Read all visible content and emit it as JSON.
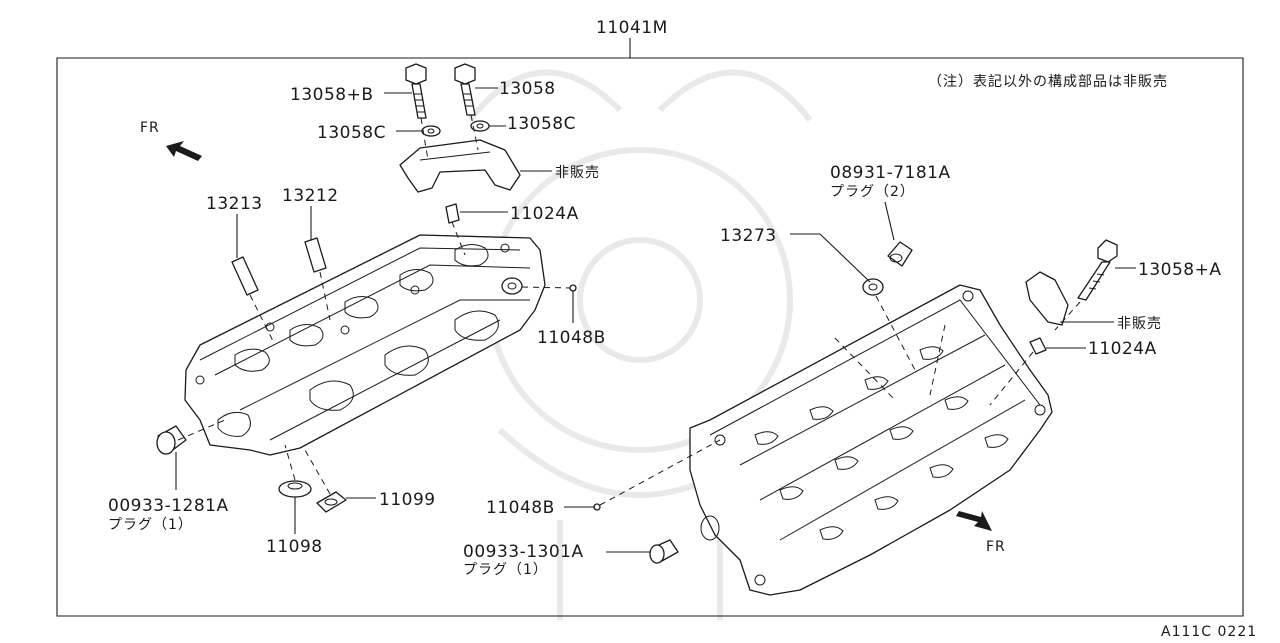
{
  "diagram": {
    "assembly_number": "11041M",
    "note": "（注）表記以外の構成部品は非販売",
    "footer_code": "A111C 0221",
    "direction_labels": {
      "left": "FR",
      "right": "FR"
    },
    "parts": {
      "bolt_left": "13058+B",
      "bolt_center": "13058",
      "washer_left": "13058C",
      "washer_right": "13058C",
      "not_sold_left": "非販売",
      "dowel_left": "11024A",
      "guide_13213": "13213",
      "guide_13212": "13212",
      "plug_11048b_left": "11048B",
      "plug_00933_1281a": "00933-1281A",
      "plug_00933_1281a_desc": "プラグ（1）",
      "seal_11098": "11098",
      "seal_11099": "11099",
      "plug_08931_7181a": "08931-7181A",
      "plug_08931_7181a_desc": "プラグ（2）",
      "gasket_13273": "13273",
      "bolt_right": "13058+A",
      "not_sold_right": "非販売",
      "dowel_right": "11024A",
      "plug_11048b_right": "11048B",
      "plug_00933_1301a": "00933-1301A",
      "plug_00933_1301a_desc": "プラグ（1）"
    }
  }
}
